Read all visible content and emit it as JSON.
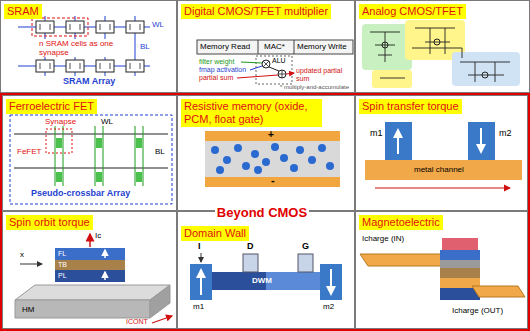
{
  "diagram": {
    "nodes": [
      {
        "text": [
          "SRAM"
        ]
      },
      {
        "text": [
          "Digital CMOS/TFET multiplier"
        ]
      },
      {
        "text": [
          "Analog CMOS/TFET"
        ]
      },
      {
        "text": [
          "Beyond CMOS"
        ]
      },
      {
        "text": [
          "Ferroelectric FET"
        ],
        "in": 3
      },
      {
        "text": [
          "Resistive memory (oxide, PCM, float gate)"
        ],
        "in": 3
      },
      {
        "text": [
          "Spin transfer torque"
        ],
        "in": 3
      },
      {
        "text": [
          "Spin orbit torque"
        ],
        "in": 3
      },
      {
        "text": [
          "Domain Wall"
        ],
        "in": 3
      },
      {
        "text": [
          "Magnetoelectric"
        ],
        "in": 3
      }
    ],
    "labels": [
      "WL",
      "BL",
      "n SRAM cells as one synapse",
      "SRAM Array",
      "Memory Read",
      "MAC*",
      "Memory Write",
      "filter weight",
      "fmap activation",
      "partial sum",
      "ALU",
      "updated partial sum",
      "* multiply-and-accumulate",
      "Synapse",
      "WL",
      "FeFET",
      "BL",
      "Pseudo-crossbar Array",
      "+",
      "-",
      "m1",
      "m2",
      "metal channel",
      "Ic",
      "x",
      "FL",
      "TB",
      "PL",
      "HM",
      "ICONT",
      "I",
      "D",
      "G",
      "m1",
      "DWM",
      "m2",
      "Icharge (IN)",
      "Icharge (OUT)"
    ]
  }
}
